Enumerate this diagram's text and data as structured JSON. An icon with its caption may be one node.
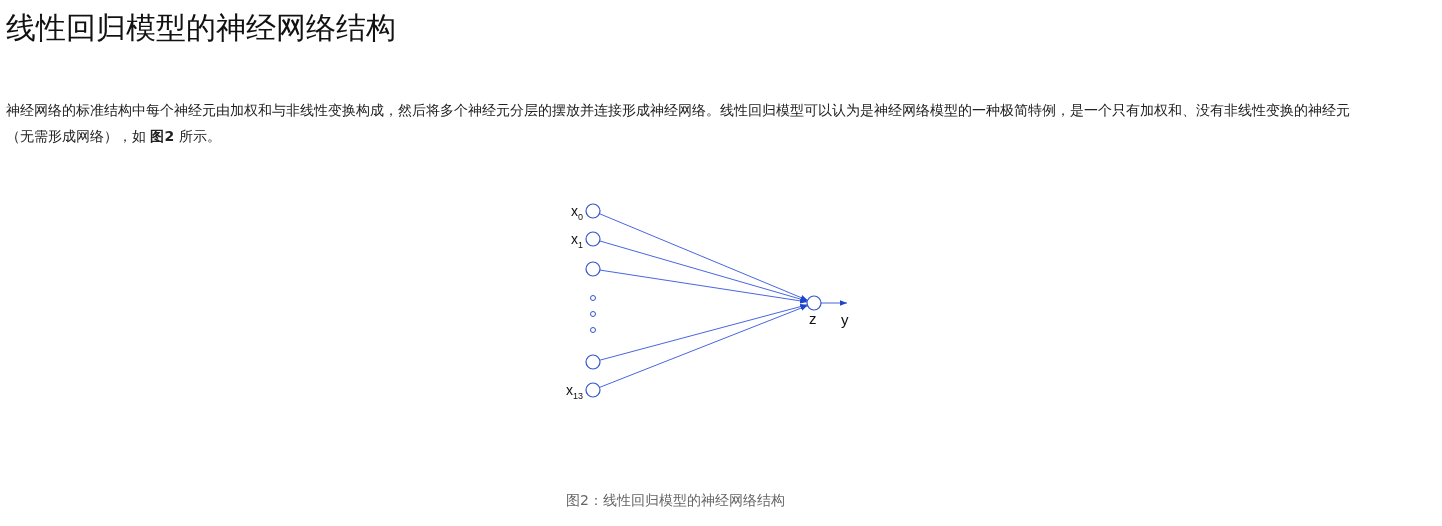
{
  "diagram": {
    "title": "线性回归模型的神经网络结构",
    "caption": "图2：线性回归模型的神经网络结构",
    "nodes": [
      {
        "text": [
          "x$_{0}$"
        ]
      },
      {
        "text": [
          "x$_{1}$"
        ]
      },
      {
        "text": [],
        "shape": "circle"
      },
      {
        "text": [],
        "shape": "circle"
      },
      {
        "text": [
          "x$_{13}$"
        ]
      },
      {
        "text": [
          "z"
        ]
      },
      {
        "text": [
          "y"
        ]
      }
    ],
    "edges": [
      {
        "from": 0,
        "to": 5,
        "arrow": "to"
      },
      {
        "from": 1,
        "to": 5,
        "arrow": "to"
      },
      {
        "from": 2,
        "to": 5,
        "arrow": "to"
      },
      {
        "from": 3,
        "to": 5,
        "arrow": "to"
      },
      {
        "from": 4,
        "to": 5,
        "arrow": "to"
      },
      {
        "from": 5,
        "to": 6,
        "arrow": "to"
      }
    ],
    "labels": [
      "神经网络的标准结构中每个神经元由加权和与非线性变换构成，然后将多个神经元分层的摆放并连接形成神经网络。线性回归模型可以认为是神经网络模型的一种极简特例，是一个只有加权和、没有非线性变换的神经元（无需形成网络），如 **图2** 所示。"
    ]
  }
}
